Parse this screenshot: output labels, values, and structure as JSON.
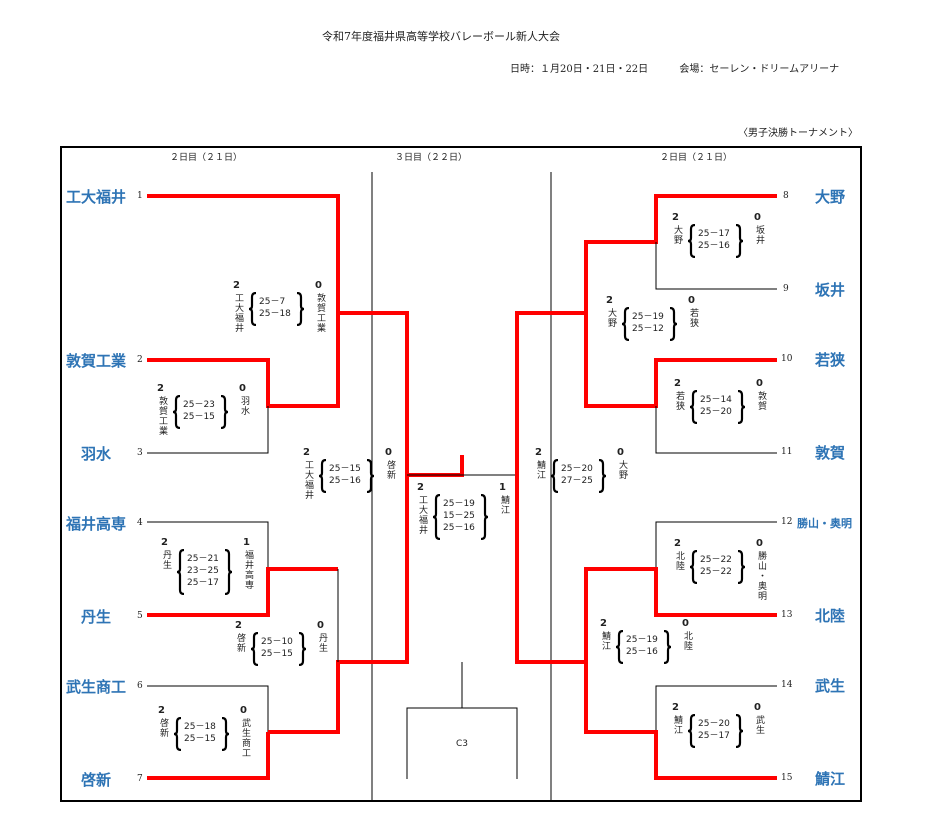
{
  "header": {
    "title": "令和7年度福井県高等学校バレーボール新人大会",
    "date": "日時：１月20日・21日・22日",
    "venue": "会場：セーレン・ドリームアリーナ",
    "subtitle": "〈男子決勝トーナメント〉"
  },
  "day_headers": {
    "left": "２日目（２１日）",
    "center": "３日目（２２日）",
    "right": "２日目（２１日）"
  },
  "colors": {
    "winner_line": "#ff0000",
    "team_name": "#2e74b5",
    "line": "#000000"
  },
  "teams": [
    {
      "seed": "1",
      "name": "工大福井"
    },
    {
      "seed": "2",
      "name": "敦賀工業"
    },
    {
      "seed": "3",
      "name": "羽水"
    },
    {
      "seed": "4",
      "name": "福井高専"
    },
    {
      "seed": "5",
      "name": "丹生"
    },
    {
      "seed": "6",
      "name": "武生商工"
    },
    {
      "seed": "7",
      "name": "啓新"
    },
    {
      "seed": "8",
      "name": "大野"
    },
    {
      "seed": "9",
      "name": "坂井"
    },
    {
      "seed": "10",
      "name": "若狭"
    },
    {
      "seed": "11",
      "name": "敦賀"
    },
    {
      "seed": "12",
      "name": "勝山・奥明"
    },
    {
      "seed": "13",
      "name": "北陸"
    },
    {
      "seed": "14",
      "name": "武生"
    },
    {
      "seed": "15",
      "name": "鯖江"
    }
  ],
  "matches": [
    {
      "id": "L-R1-a",
      "winner": "工大福井",
      "winner_sets": "2",
      "loser": "敦賀工業",
      "loser_sets": "0",
      "scores": [
        "25－7",
        "25－18"
      ]
    },
    {
      "id": "L-R0-a",
      "winner": "敦賀工業",
      "winner_sets": "2",
      "loser": "羽水",
      "loser_sets": "0",
      "scores": [
        "25－23",
        "25－15"
      ]
    },
    {
      "id": "L-R0-b",
      "winner": "丹生",
      "winner_sets": "2",
      "loser": "福井高専",
      "loser_sets": "1",
      "scores": [
        "25－21",
        "23－25",
        "25－17"
      ]
    },
    {
      "id": "L-R1-b",
      "winner": "啓新",
      "winner_sets": "2",
      "loser": "丹生",
      "loser_sets": "0",
      "scores": [
        "25－10",
        "25－15"
      ]
    },
    {
      "id": "L-R0-c",
      "winner": "啓新",
      "winner_sets": "2",
      "loser": "武生商工",
      "loser_sets": "0",
      "scores": [
        "25－18",
        "25－15"
      ]
    },
    {
      "id": "L-SF",
      "winner": "工大福井",
      "winner_sets": "2",
      "loser": "啓新",
      "loser_sets": "0",
      "scores": [
        "25－15",
        "25－16"
      ]
    },
    {
      "id": "FINAL",
      "winner": "工大福井",
      "winner_sets": "2",
      "loser": "鯖江",
      "loser_sets": "1",
      "scores": [
        "25－19",
        "15－25",
        "25－16"
      ]
    },
    {
      "id": "R-SF",
      "winner": "鯖江",
      "winner_sets": "2",
      "loser": "大野",
      "loser_sets": "0",
      "scores": [
        "25－20",
        "27－25"
      ]
    },
    {
      "id": "R-R1-a",
      "winner": "大野",
      "winner_sets": "2",
      "loser": "坂井",
      "loser_sets": "0",
      "scores": [
        "25－17",
        "25－16"
      ]
    },
    {
      "id": "R-R2-a",
      "winner": "大野",
      "winner_sets": "2",
      "loser": "若狭",
      "loser_sets": "0",
      "scores": [
        "25－19",
        "25－12"
      ]
    },
    {
      "id": "R-R1-b",
      "winner": "若狭",
      "winner_sets": "2",
      "loser": "敦賀",
      "loser_sets": "0",
      "scores": [
        "25－14",
        "25－20"
      ]
    },
    {
      "id": "R-R1-c",
      "winner": "北陸",
      "winner_sets": "2",
      "loser": "勝山・奥明",
      "loser_sets": "0",
      "scores": [
        "25－22",
        "25－22"
      ]
    },
    {
      "id": "R-R2-b",
      "winner": "鯖江",
      "winner_sets": "2",
      "loser": "北陸",
      "loser_sets": "0",
      "scores": [
        "25－19",
        "25－16"
      ]
    },
    {
      "id": "R-R1-d",
      "winner": "鯖江",
      "winner_sets": "2",
      "loser": "武生",
      "loser_sets": "0",
      "scores": [
        "25－20",
        "25－17"
      ]
    }
  ],
  "third_place": {
    "label": "C3"
  }
}
